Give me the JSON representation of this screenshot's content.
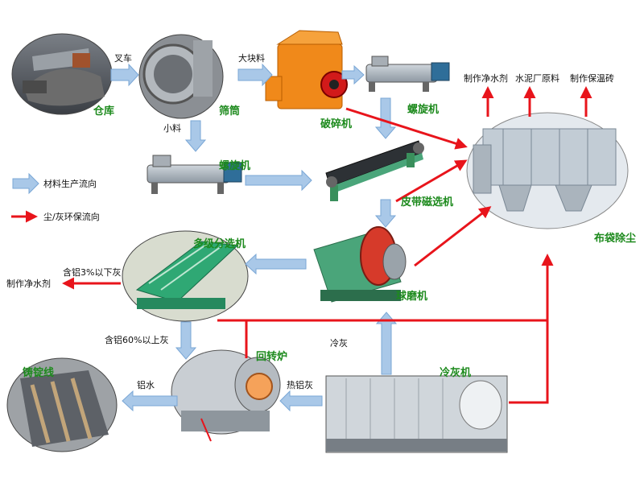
{
  "stations": {
    "warehouse": "仓库",
    "screen_drum": "筛筒",
    "crusher": "破碎机",
    "screw_top": "螺旋机",
    "screw_mid": "螺旋机",
    "magnetic": "皮带磁选机",
    "ball_mill": "球磨机",
    "multi_sorter": "多级分选机",
    "rotary_furnace": "回转炉",
    "cooler": "冷灰机",
    "bag_filter": "布袋除尘",
    "casting": "铸锭线"
  },
  "flows": {
    "forklift": "叉车",
    "large_block": "大块料",
    "small_material": "小料",
    "al3": "含铝3%以下灰",
    "al60": "含铝60%以上灰",
    "cold_ash": "冷灰",
    "hot_ash": "热铝灰",
    "al_water": "铝水"
  },
  "products": {
    "purifier_top": "制作净水剂",
    "cement": "水泥厂原料",
    "insulation": "制作保温砖",
    "purifier_left": "制作净水剂"
  },
  "legend": {
    "material": "材料生产流向",
    "dust": "尘/灰环保流向"
  },
  "colors": {
    "blue_arrow": "#a9c8e8",
    "red_arrow": "#e8141b",
    "label_green": "#1d8a1d"
  }
}
